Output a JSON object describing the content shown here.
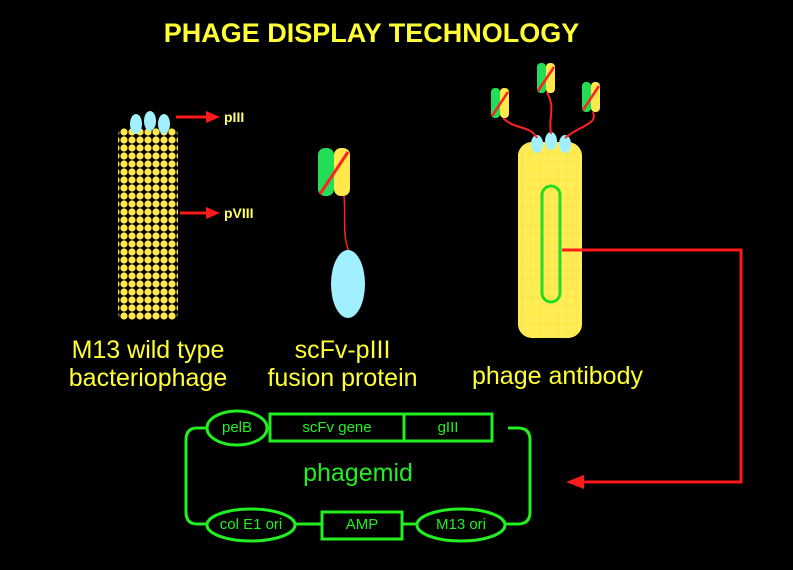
{
  "title": "PHAGE DISPLAY TECHNOLOGY",
  "labels": {
    "p3": "pIII",
    "p8": "pVIII"
  },
  "captions": {
    "wild_type_line1": "M13 wild type",
    "wild_type_line2": "bacteriophage",
    "fusion_line1": "scFv-pIII",
    "fusion_line2": "fusion protein",
    "phage_antibody": "phage antibody"
  },
  "phagemid": {
    "name": "phagemid",
    "top_elements": [
      "pelB",
      "scFv gene",
      "gIII"
    ],
    "bottom_elements": [
      "col E1 ori",
      "AMP",
      "M13 ori"
    ]
  },
  "colors": {
    "title": "#ffff33",
    "phage_coat": "#ffe84a",
    "pIII": "#a0f0ff",
    "scFv_green": "#22dd55",
    "scFv_yellow": "#ffe84a",
    "linker_red": "#ff2222",
    "phagemid_green": "#22ee22",
    "arrow_red": "#ff1a1a"
  }
}
